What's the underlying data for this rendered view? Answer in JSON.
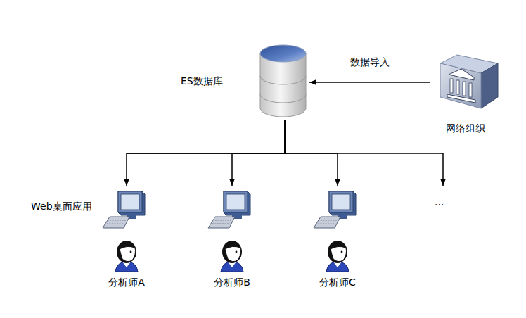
{
  "diagram": {
    "nodes": [
      {
        "text": [
          "ES数据库"
        ]
      },
      {
        "text": [
          "网络组织"
        ]
      },
      {
        "text": [
          "Web桌面应用",
          "分析师A"
        ]
      },
      {
        "text": [
          "分析师B"
        ]
      },
      {
        "text": [
          "分析师C"
        ]
      }
    ],
    "edges": [
      {
        "from": 1,
        "to": 0,
        "arrow": "to",
        "label": "数据导入"
      },
      {
        "from": 0,
        "to": 2,
        "arrow": "to"
      },
      {
        "from": 0,
        "to": 3,
        "arrow": "to"
      },
      {
        "from": 0,
        "to": 4,
        "arrow": "to"
      }
    ],
    "labels": [
      "..."
    ]
  }
}
